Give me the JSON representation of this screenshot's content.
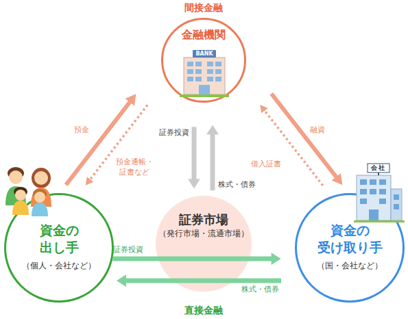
{
  "diagram": {
    "nodes": [
      {
        "text": [
          "金融機関"
        ]
      },
      {
        "text": [
          "資金の 出し手",
          "（個人・会社など）"
        ]
      },
      {
        "text": [
          "証券市場",
          "（発行市場・流通市場）"
        ]
      },
      {
        "text": [
          "資金の 受け取り手",
          "（国・会社など）"
        ]
      }
    ],
    "edges": [
      {
        "from": 1,
        "to": 0,
        "label": "預金",
        "arrow": "to"
      },
      {
        "from": 0,
        "to": 1,
        "label": "預金通帳・証書など",
        "arrow": "to"
      },
      {
        "from": 0,
        "to": 2,
        "label": "証券投資",
        "arrow": "to"
      },
      {
        "from": 2,
        "to": 0,
        "label": "株式・債券",
        "arrow": "to"
      },
      {
        "from": 0,
        "to": 3,
        "label": "融資",
        "arrow": "to"
      },
      {
        "from": 3,
        "to": 0,
        "label": "借入証書",
        "arrow": "to"
      },
      {
        "from": 1,
        "to": 3,
        "label": "証券投資",
        "arrow": "to"
      },
      {
        "from": 3,
        "to": 1,
        "label": "株式・債券",
        "arrow": "to"
      }
    ],
    "labels": [
      "間接金融",
      "BANK",
      "会社",
      "直接金融"
    ]
  }
}
